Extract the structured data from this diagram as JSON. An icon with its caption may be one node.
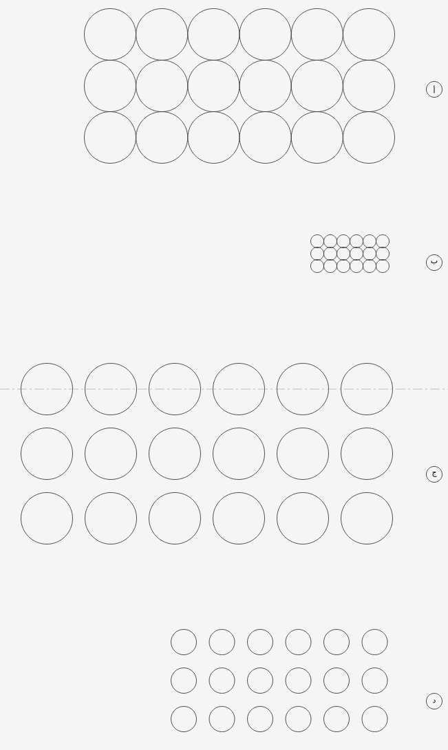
{
  "diagram": {
    "nodes": [
      {
        "text": [
          "أ"
        ]
      },
      {
        "text": [
          "ب"
        ]
      },
      {
        "text": [
          "ج"
        ]
      },
      {
        "text": [
          "د"
        ]
      }
    ]
  }
}
